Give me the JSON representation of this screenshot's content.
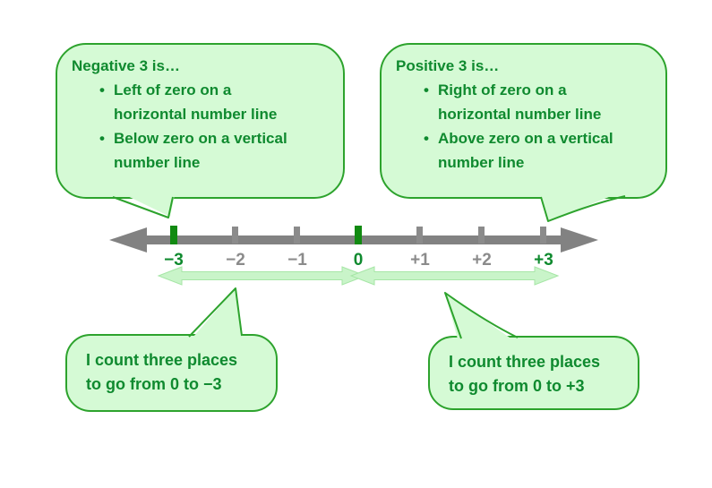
{
  "colors": {
    "bubble_fill": "#d5fad5",
    "bubble_border": "#2da32d",
    "text_green": "#0f8a2f",
    "line_gray": "#828282",
    "label_gray": "#8b8b8b",
    "tick_green": "#118a11",
    "range_arrow_fill": "#c9f4c9"
  },
  "bubble_negative": {
    "title": "Negative 3 is…",
    "bullets": [
      "Left of zero on a\nhorizontal number line",
      "Below zero on a vertical\nnumber line"
    ]
  },
  "bubble_positive": {
    "title": "Positive 3 is…",
    "bullets": [
      "Right of zero on a\nhorizontal number line",
      "Above zero on a vertical\nnumber line"
    ]
  },
  "numberline": {
    "ticks": [
      {
        "label": "−3",
        "label_color": "green",
        "tick_color": "green"
      },
      {
        "label": "−2",
        "label_color": "gray",
        "tick_color": "gray"
      },
      {
        "label": "−1",
        "label_color": "gray",
        "tick_color": "gray"
      },
      {
        "label": "0",
        "label_color": "green",
        "tick_color": "green"
      },
      {
        "label": "+1",
        "label_color": "gray",
        "tick_color": "gray"
      },
      {
        "label": "+2",
        "label_color": "gray",
        "tick_color": "gray"
      },
      {
        "label": "+3",
        "label_color": "green",
        "tick_color": "gray"
      }
    ]
  },
  "callout_negative": {
    "text": "I count three places\nto go from 0 to −3"
  },
  "callout_positive": {
    "text": "I count three places\nto go from 0 to +3"
  }
}
